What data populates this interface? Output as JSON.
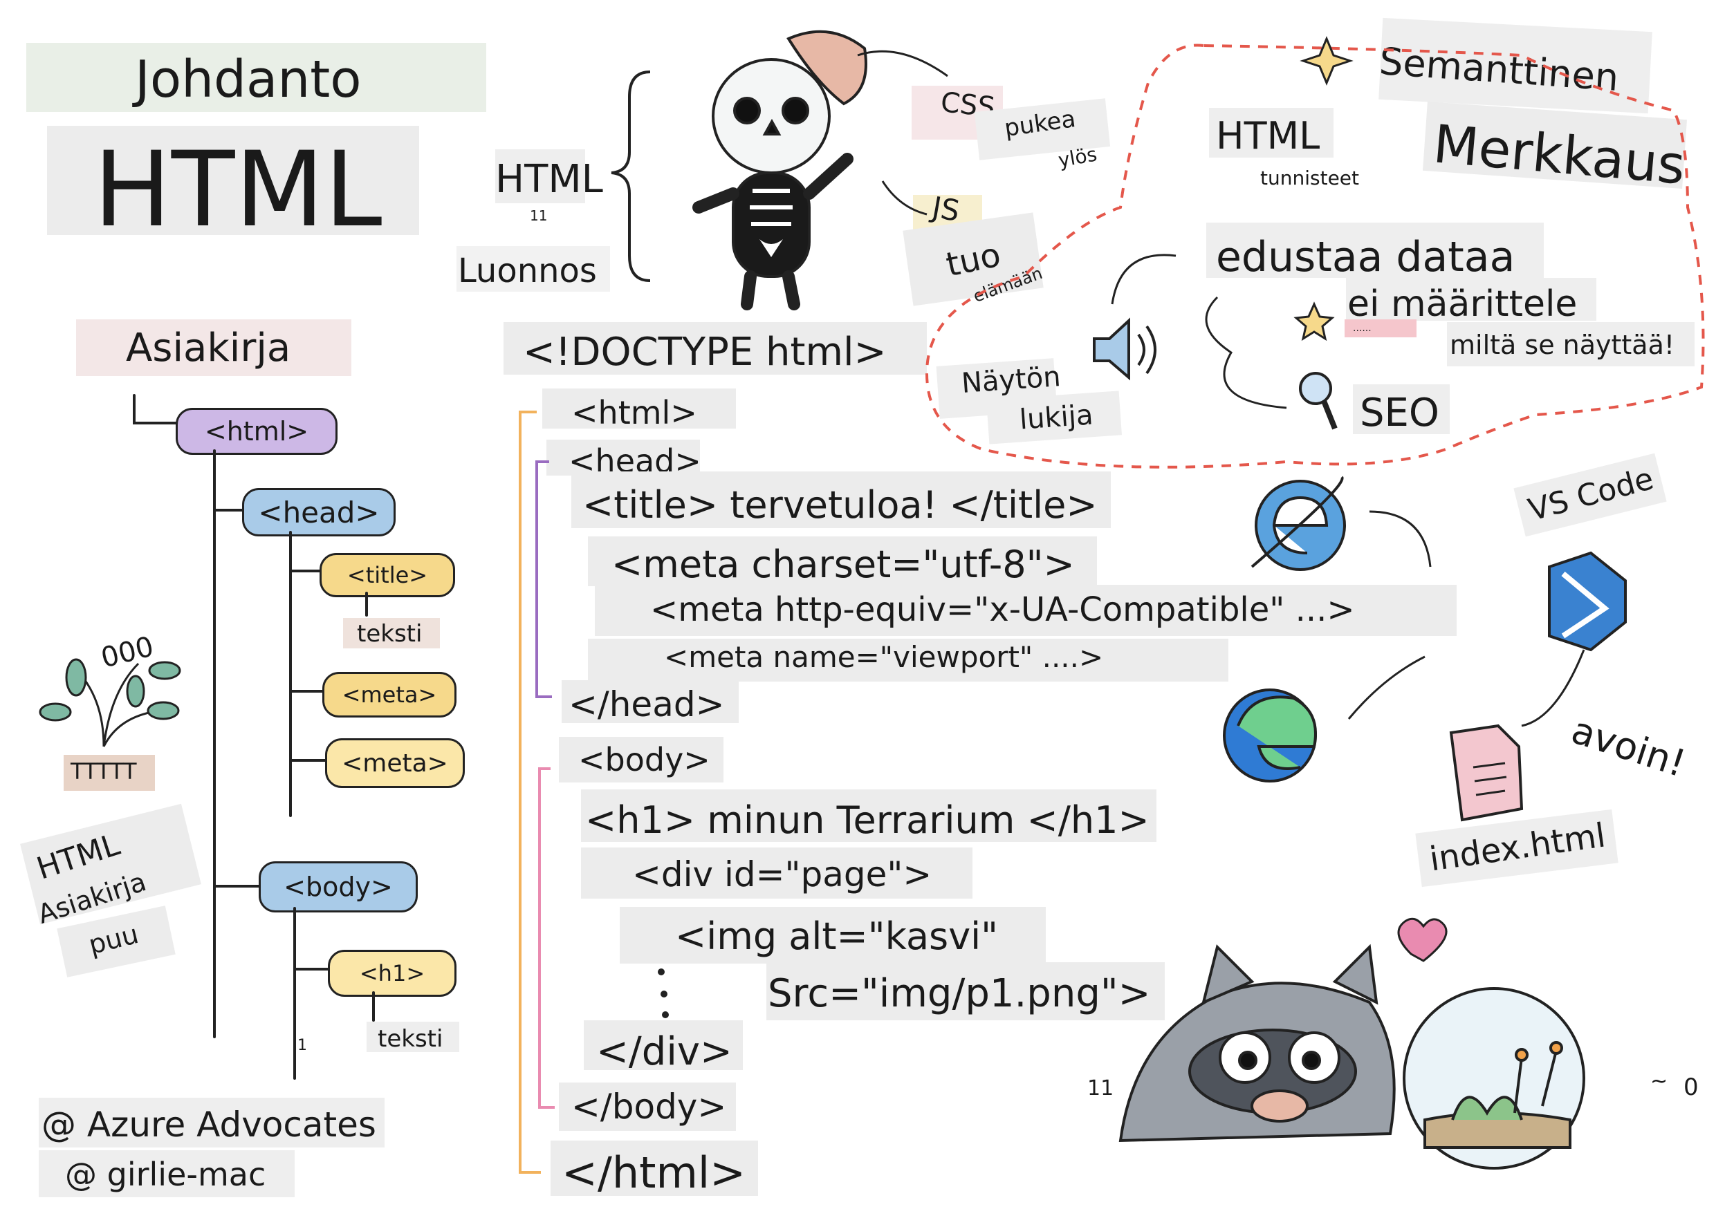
{
  "title": {
    "line1": "Johdanto",
    "line2": "HTML"
  },
  "skeleton": {
    "html": "HTML",
    "html_mark": "11",
    "draft": "Luonnos",
    "css": "CSS",
    "css_note1": "pukea",
    "css_note2": "ylös",
    "js": "JS",
    "js_note1": "tuo",
    "js_note2": "elämään"
  },
  "tree": {
    "heading": "Asiakirja",
    "nodes": {
      "html": "<html>",
      "head": "<head>",
      "title": "<title>",
      "text1": "teksti",
      "meta1": "<meta>",
      "meta2": "<meta>",
      "body": "<body>",
      "h1": "<h1>",
      "text2": "teksti",
      "tick": "1"
    },
    "caption": {
      "line1": "HTML",
      "line2": "Asiakirja",
      "line3": "puu"
    },
    "plant_top": "000",
    "plant_pot": "TTTTT"
  },
  "code": {
    "doctype": "<!DOCTYPE html>",
    "html_open": "<html>",
    "head_open": "<head>",
    "title": "<title> tervetuloa! </title>",
    "meta_charset": "<meta charset=\"utf-8\">",
    "meta_compat": "<meta http-equiv=\"x-UA-Compatible\" ...>",
    "meta_viewport": "<meta name=\"viewport\" ....>",
    "head_close": "</head>",
    "body_open": "<body>",
    "h1": "<h1> minun Terrarium </h1>",
    "div_open": "<div id=\"page\">",
    "img": "<img alt=\"kasvi\"",
    "src": "Src=\"img/p1.png\">",
    "div_close": "</div>",
    "body_close": "</body>",
    "html_close": "</html>"
  },
  "semantic": {
    "heading1": "Semanttinen",
    "heading2": "Merkkaus",
    "html": "HTML",
    "tags": "tunnisteet",
    "represents": "edustaa dataa",
    "not_define": "ei määrittele",
    "dots": "......",
    "looks": "miltä se näyttää!",
    "screen1": "Näytön",
    "screen2": "lukija",
    "seo": "SEO"
  },
  "tools": {
    "vscode": "VS Code",
    "open": "avoin!",
    "file": "index.html"
  },
  "credits": {
    "line1": "@ Azure Advocates",
    "line2": "@ girlie-mac"
  },
  "misc": {
    "corner_mark": "11",
    "right_mark1": "~",
    "right_mark2": "0"
  },
  "colors": {
    "purple": "#cdb8e6",
    "blue": "#a9cbe8",
    "yellow": "#f6d98b",
    "orange_bracket": "#f2b25c",
    "pink_bracket": "#e98bb0",
    "red_dash": "#e4574b"
  }
}
